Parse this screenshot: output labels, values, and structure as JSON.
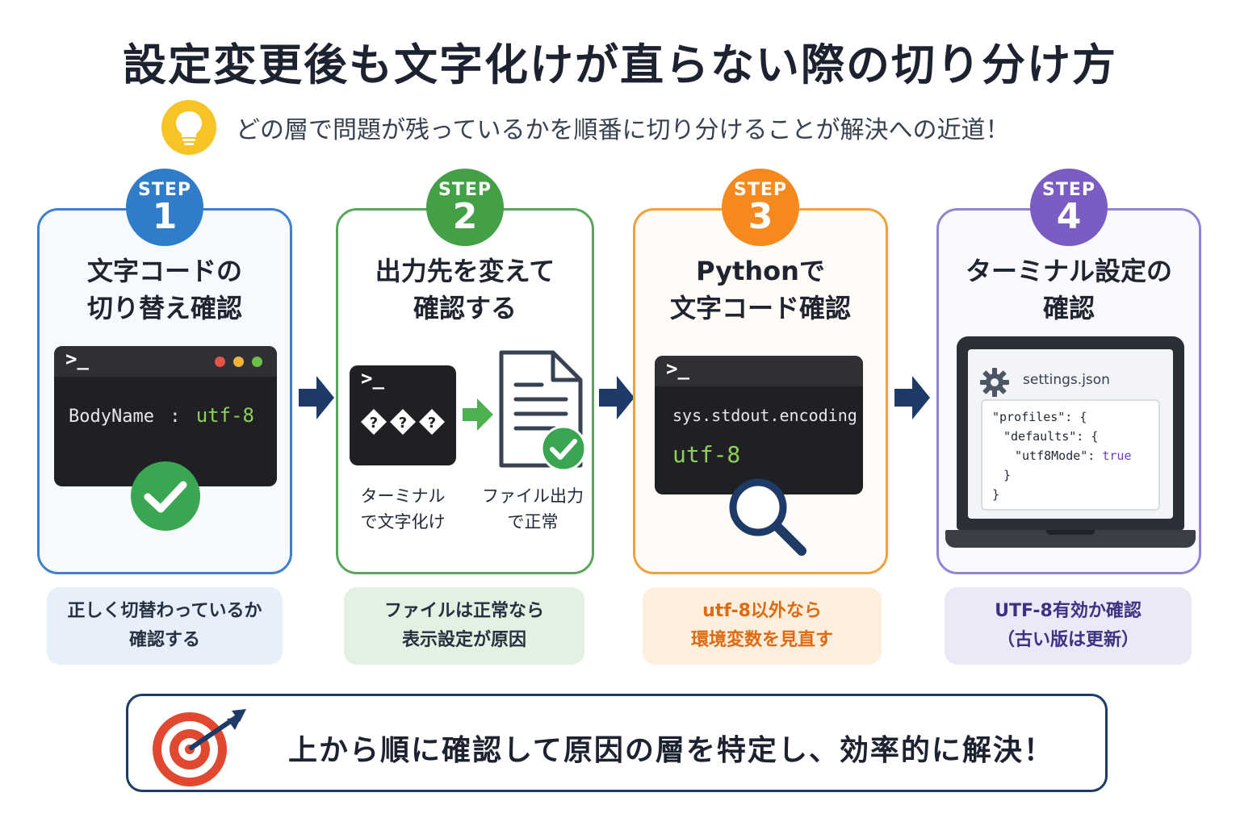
{
  "title": "設定変更後も文字化けが直らない際の切り分け方",
  "tip": {
    "icon": "lightbulb-icon",
    "text": "どの層で問題が残っているかを順番に切り分けることが解決への近道！"
  },
  "steps": [
    {
      "step_word": "STEP",
      "number": "1",
      "color": "#2f7ccb",
      "title_line1": "文字コードの",
      "title_line2": "切り替え確認",
      "terminal": {
        "prompt": ">_",
        "key": "BodyName",
        "sep": ":",
        "value": "utf-8"
      },
      "note_line1": "正しく切替わっているか",
      "note_line2": "確認する"
    },
    {
      "step_word": "STEP",
      "number": "2",
      "color": "#43a047",
      "title_line1": "出力先を変えて",
      "title_line2": "確認する",
      "terminal": {
        "prompt": ">_"
      },
      "label_left_1": "ターミナル",
      "label_left_2": "で文字化け",
      "label_right_1": "ファイル出力",
      "label_right_2": "で正常",
      "note_line1": "ファイルは正常なら",
      "note_line2": "表示設定が原因"
    },
    {
      "step_word": "STEP",
      "number": "3",
      "color": "#f5891e",
      "title_line1": "Pythonで",
      "title_line2": "文字コード確認",
      "terminal": {
        "prompt": ">_",
        "command": "sys.stdout.encoding",
        "value": "utf-8"
      },
      "note_line1": "utf-8以外なら",
      "note_line2": "環境変数を見直す"
    },
    {
      "step_word": "STEP",
      "number": "4",
      "color": "#7a5cc3",
      "title_line1": "ターミナル設定の",
      "title_line2": "確認",
      "settings": {
        "filename": "settings.json",
        "line1": "\"profiles\": {",
        "line2": "\"defaults\": {",
        "line3_key": "\"utf8Mode\": ",
        "line3_val": "true",
        "line4": "}",
        "line5": "}"
      },
      "note_line1": "UTF-8有効か確認",
      "note_line2": "（古い版は更新）"
    }
  ],
  "conclusion": {
    "icon": "target-icon",
    "text": "上から順に確認して原因の層を特定し、効率的に解決！"
  }
}
